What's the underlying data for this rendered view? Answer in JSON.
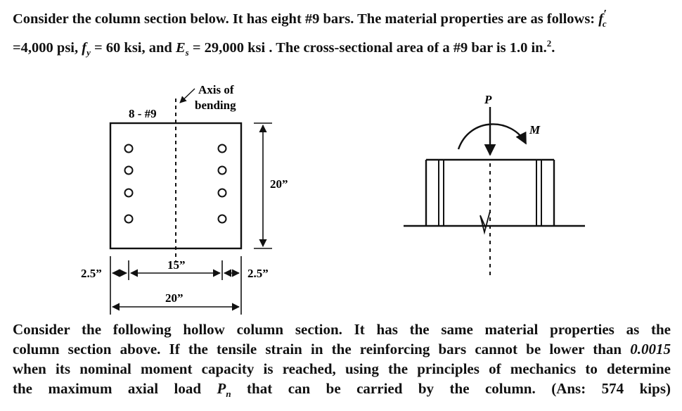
{
  "problem_intro": {
    "line1_a": "Consider the column section below. It has eight #9 bars. The material properties are as follows: ",
    "fc_symbol": "f",
    "fc_sup": "′",
    "fc_sub": "c",
    "line2_a": "=4,000 psi, ",
    "fy_symbol": "f",
    "fy_sub": "y",
    "line2_b": " = 60 ksi, and ",
    "es_symbol": "E",
    "es_sub": "s",
    "line2_c": " = 29,000 ksi . The cross-sectional area of a #9 bar is 1.0 in.",
    "area_sup": "2",
    "line2_d": "."
  },
  "section_diagram": {
    "bar_label": "8 - #9",
    "axis_label_line1": "Axis of",
    "axis_label_line2": "bending",
    "height_dim": "20”",
    "inner_width_dim": "15”",
    "left_cover_dim": "2.5”",
    "right_cover_dim": "2.5”",
    "total_width_dim": "20”"
  },
  "elevation_diagram": {
    "load_label": "P",
    "moment_label": "M"
  },
  "problem_question": {
    "line1": "Consider the following hollow column section. It has the same material properties as the",
    "line2_a": "column section above. If the tensile strain in the reinforcing bars cannot be lower than ",
    "strain_value": "0.0015",
    "line3": "when its nominal moment capacity is reached, using the principles of mechanics to determine",
    "line4_a": "the maximum axial load ",
    "pn_symbol": "P",
    "pn_sub": "n",
    "line4_b": " that can be carried by the column. (Ans: 574 kips)"
  }
}
